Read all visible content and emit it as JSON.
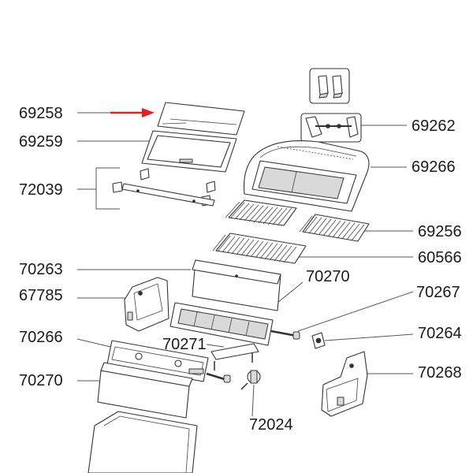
{
  "diagram": {
    "labels": [
      {
        "id": "69258",
        "text": "69258"
      },
      {
        "id": "69259",
        "text": "69259"
      },
      {
        "id": "72039",
        "text": "72039"
      },
      {
        "id": "69262",
        "text": "69262"
      },
      {
        "id": "69266",
        "text": "69266"
      },
      {
        "id": "69256",
        "text": "69256"
      },
      {
        "id": "60566",
        "text": "60566"
      },
      {
        "id": "70263",
        "text": "70263"
      },
      {
        "id": "70270a",
        "text": "70270"
      },
      {
        "id": "67785",
        "text": "67785"
      },
      {
        "id": "70267",
        "text": "70267"
      },
      {
        "id": "70264",
        "text": "70264"
      },
      {
        "id": "70266",
        "text": "70266"
      },
      {
        "id": "70271",
        "text": "70271"
      },
      {
        "id": "70268",
        "text": "70268"
      },
      {
        "id": "70270b",
        "text": "70270"
      },
      {
        "id": "72024",
        "text": "72024"
      }
    ],
    "highlight_color": "#e31e24",
    "line_color": "#333333"
  }
}
